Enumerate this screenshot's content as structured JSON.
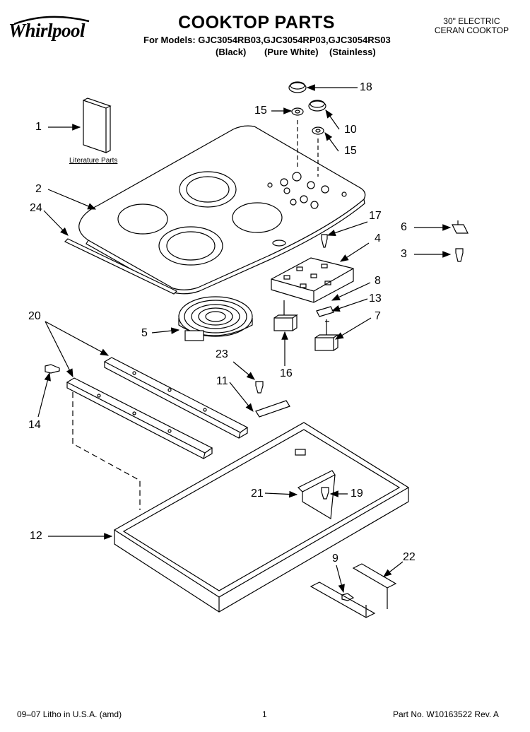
{
  "brand": "Whirlpool",
  "title": "COOKTOP PARTS",
  "models_line": "For Models: GJC3054RB03,GJC3054RP03,GJC3054RS03",
  "colors": [
    "(Black)",
    "(Pure White)",
    "(Stainless)"
  ],
  "product_type": [
    "30\" ELECTRIC",
    "CERAN COOKTOP"
  ],
  "literature_label": "Literature Parts",
  "callouts": {
    "c1": "1",
    "c2": "2",
    "c3": "3",
    "c4": "4",
    "c5": "5",
    "c6": "6",
    "c7": "7",
    "c8": "8",
    "c9": "9",
    "c10": "10",
    "c11": "11",
    "c12": "12",
    "c13": "13",
    "c14": "14",
    "c15a": "15",
    "c15b": "15",
    "c16": "16",
    "c17": "17",
    "c18": "18",
    "c19": "19",
    "c20": "20",
    "c21": "21",
    "c22": "22",
    "c23": "23",
    "c24": "24"
  },
  "footer": {
    "left": "09–07 Litho in U.S.A. (amd)",
    "page": "1",
    "right": "Part No. W10163522 Rev. A"
  }
}
